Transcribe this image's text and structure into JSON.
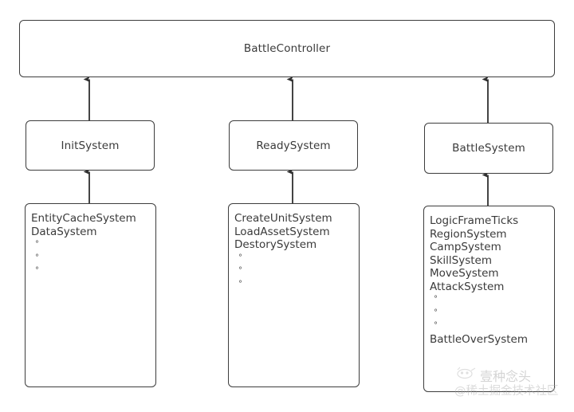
{
  "diagram": {
    "type": "hierarchy-flow",
    "background_color": "#ffffff",
    "stroke_color": "#3d3d3d",
    "text_color": "#3a3a3a",
    "root": {
      "id": "battle-controller",
      "label": "BattleController"
    },
    "branches": [
      {
        "id": "init",
        "system": {
          "label": "InitSystem"
        },
        "detail": {
          "lines": [
            "EntityCacheSystem",
            "DataSystem"
          ],
          "dots": 3,
          "trailing_lines": []
        }
      },
      {
        "id": "ready",
        "system": {
          "label": "ReadySystem"
        },
        "detail": {
          "lines": [
            "CreateUnitSystem",
            "LoadAssetSystem",
            "DestorySystem"
          ],
          "dots": 3,
          "trailing_lines": []
        }
      },
      {
        "id": "battle",
        "system": {
          "label": "BattleSystem"
        },
        "detail": {
          "lines": [
            "LogicFrameTicks",
            "RegionSystem",
            "CampSystem",
            "SkillSystem",
            "MoveSystem",
            "AttackSystem"
          ],
          "dots": 3,
          "trailing_lines": [
            "BattleOverSystem"
          ]
        }
      }
    ]
  },
  "watermark": {
    "main_text": "壹种念头",
    "sub_text": "@稀土掘金技术社区"
  }
}
